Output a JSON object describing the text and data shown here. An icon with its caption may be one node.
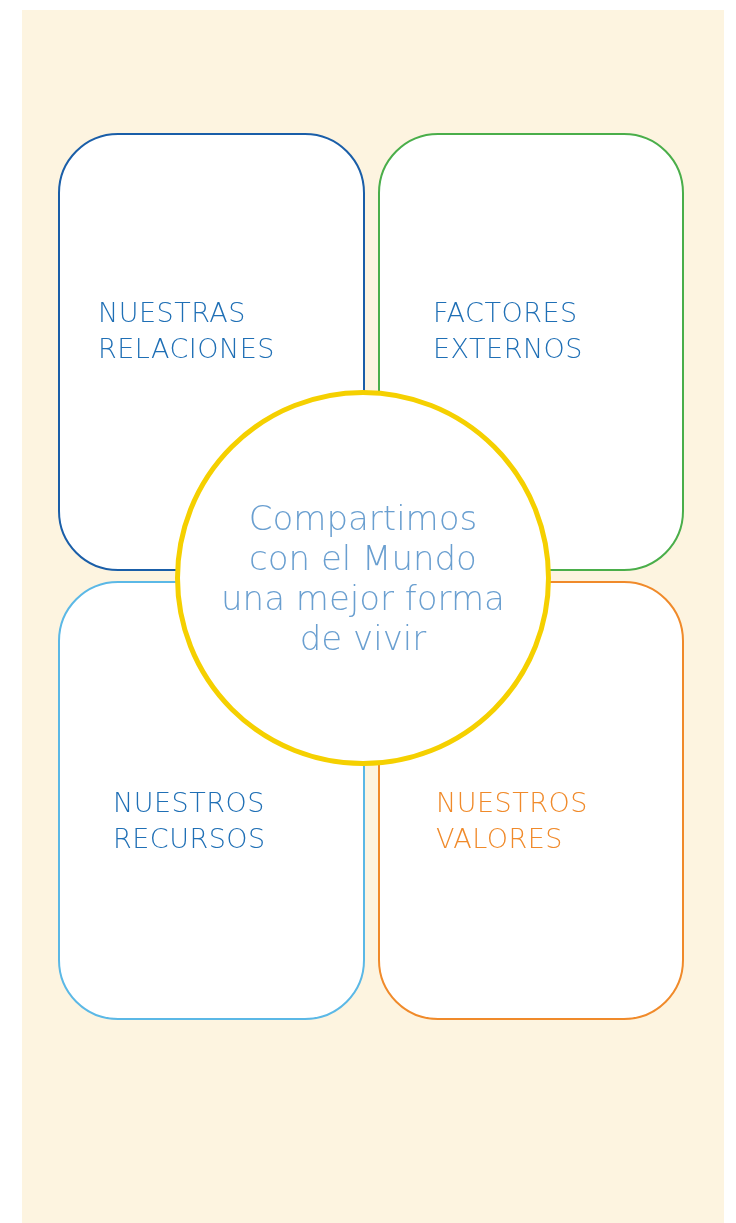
{
  "diagram": {
    "nodes": [
      {
        "text": [
          "NUESTRAS RELACIONES"
        ]
      },
      {
        "text": [
          "FACTORES EXTERNOS"
        ]
      },
      {
        "text": [
          "NUESTROS RECURSOS"
        ]
      },
      {
        "text": [
          "NUESTROS VALORES"
        ]
      },
      {
        "text": [
          "Compartimos con el Mundo una mejor forma de vivir"
        ]
      }
    ]
  }
}
